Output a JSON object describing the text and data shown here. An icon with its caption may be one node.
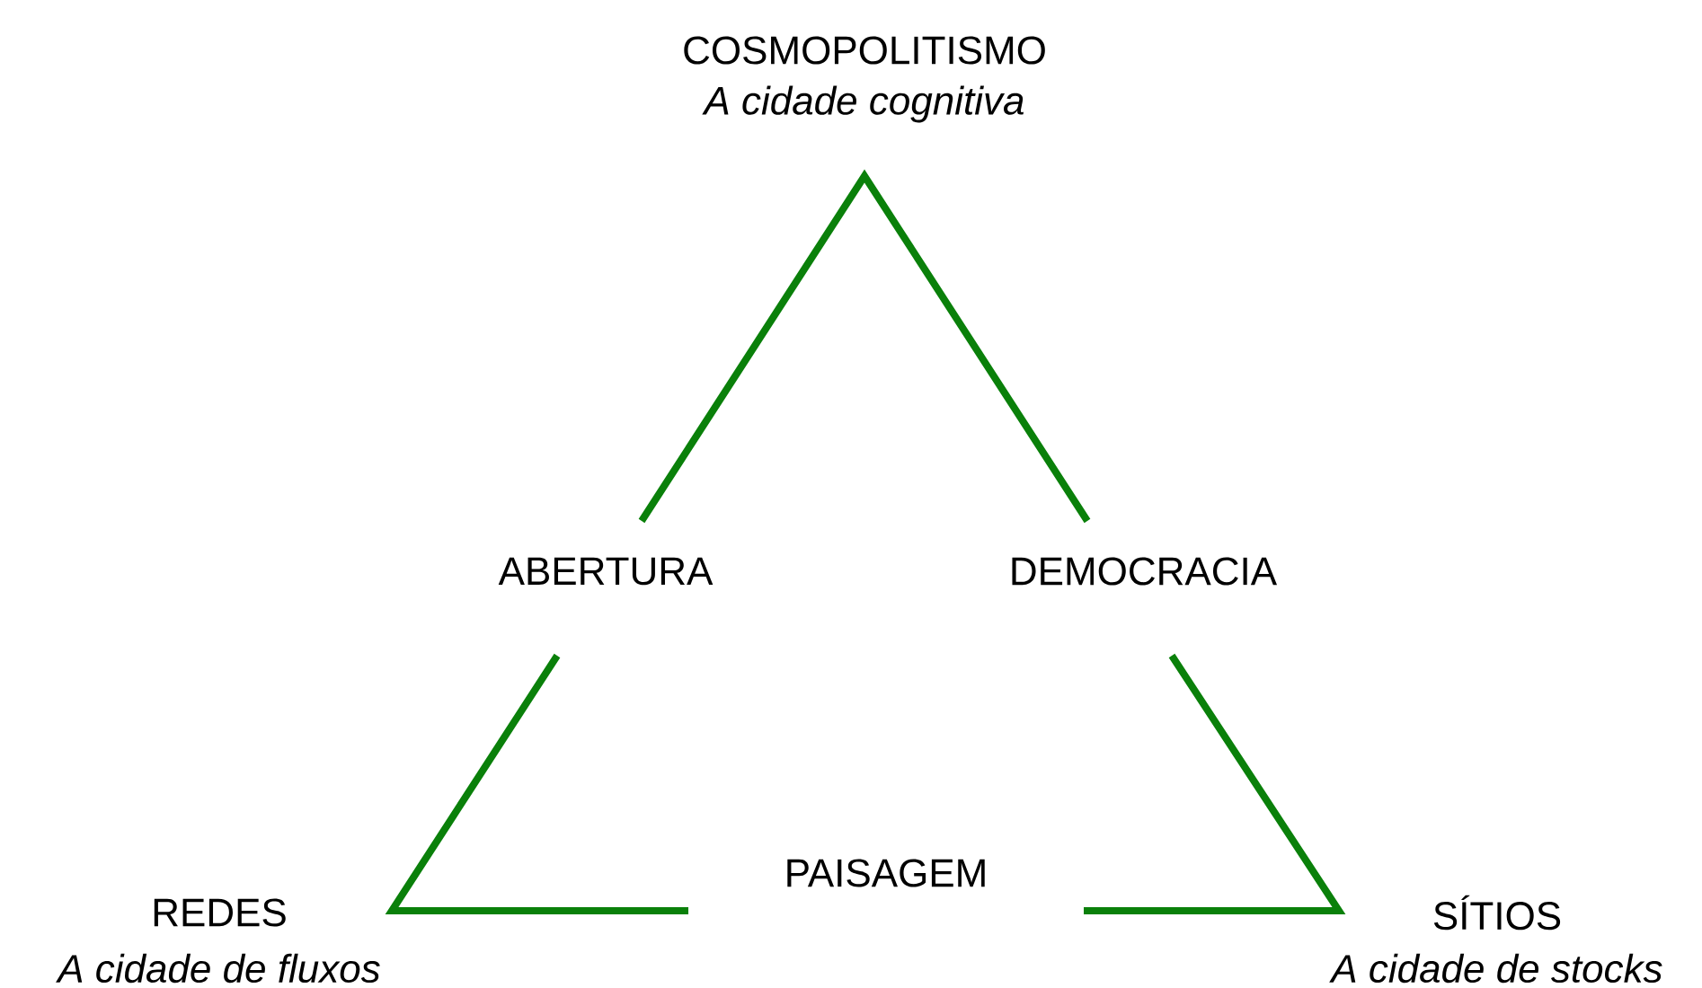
{
  "diagram": {
    "nodes": [
      {
        "text": [
          "ABERTURA"
        ]
      },
      {
        "text": [
          "DEMOCRACIA"
        ]
      },
      {
        "text": [
          "PAISAGEM"
        ]
      }
    ],
    "edges": [
      {
        "from": 0,
        "to": 1,
        "arrow": "none"
      },
      {
        "from": 0,
        "to": 2,
        "arrow": "none"
      },
      {
        "from": 2,
        "to": 1,
        "arrow": "none"
      }
    ],
    "labels": [
      "COSMOPOLITISMO",
      "A cidade cognitiva",
      "REDES",
      "A cidade de fluxos",
      "SÍTIOS",
      "A cidade de stocks"
    ]
  }
}
